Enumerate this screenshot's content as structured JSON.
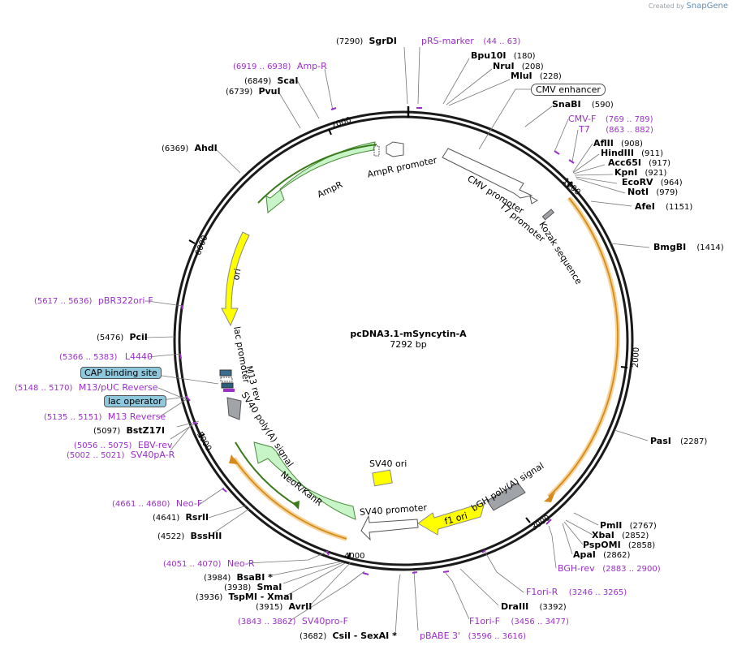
{
  "credit": {
    "prefix": "Created by",
    "brand": "SnapGene"
  },
  "plasmid": {
    "name": "pcDNA3.1-mSyncytin-A",
    "size": "7292 bp",
    "length": 7292
  },
  "ticks": [
    "1000",
    "2000",
    "3000",
    "4000",
    "5000",
    "6000",
    "7000"
  ],
  "sites": [
    {
      "id": "sgrdi",
      "pos": "(7290)",
      "name": "SgrDI"
    },
    {
      "id": "bpu10i",
      "pos": "(180)",
      "name": "Bpu10I"
    },
    {
      "id": "nrui",
      "pos": "(208)",
      "name": "NruI"
    },
    {
      "id": "mlui",
      "pos": "(228)",
      "name": "MluI"
    },
    {
      "id": "snabi",
      "pos": "(590)",
      "name": "SnaBI"
    },
    {
      "id": "aflii",
      "pos": "(908)",
      "name": "AflII"
    },
    {
      "id": "hindiii",
      "pos": "(911)",
      "name": "HindIII"
    },
    {
      "id": "acc65i",
      "pos": "(917)",
      "name": "Acc65I"
    },
    {
      "id": "kpni",
      "pos": "(921)",
      "name": "KpnI"
    },
    {
      "id": "ecorv",
      "pos": "(964)",
      "name": "EcoRV"
    },
    {
      "id": "noti",
      "pos": "(979)",
      "name": "NotI"
    },
    {
      "id": "afei",
      "pos": "(1151)",
      "name": "AfeI"
    },
    {
      "id": "bmgbi",
      "pos": "(1414)",
      "name": "BmgBI"
    },
    {
      "id": "pasi",
      "pos": "(2287)",
      "name": "PasI"
    },
    {
      "id": "pmli",
      "pos": "(2767)",
      "name": "PmlI"
    },
    {
      "id": "xbai",
      "pos": "(2852)",
      "name": "XbaI"
    },
    {
      "id": "pspomi",
      "pos": "(2858)",
      "name": "PspOMI"
    },
    {
      "id": "apai",
      "pos": "(2862)",
      "name": "ApaI"
    },
    {
      "id": "draiii",
      "pos": "(3392)",
      "name": "DraIII"
    },
    {
      "id": "csii",
      "pos": "(3682)",
      "name": "CsiI  - SexAI *"
    },
    {
      "id": "avrii",
      "pos": "(3915)",
      "name": "AvrII"
    },
    {
      "id": "tspmi",
      "pos": "(3936)",
      "name": "TspMI  - XmaI"
    },
    {
      "id": "smai",
      "pos": "(3938)",
      "name": "SmaI"
    },
    {
      "id": "bsabi",
      "pos": "(3984)",
      "name": "BsaBI *"
    },
    {
      "id": "bsshii",
      "pos": "(4522)",
      "name": "BssHII"
    },
    {
      "id": "rsrii",
      "pos": "(4641)",
      "name": "RsrII"
    },
    {
      "id": "bstz17i",
      "pos": "(5097)",
      "name": "BstZ17I"
    },
    {
      "id": "pcii",
      "pos": "(5476)",
      "name": "PciI"
    },
    {
      "id": "ahdi",
      "pos": "(6369)",
      "name": "AhdI"
    },
    {
      "id": "pvui",
      "pos": "(6739)",
      "name": "PvuI"
    },
    {
      "id": "scai",
      "pos": "(6849)",
      "name": "ScaI"
    }
  ],
  "primers": [
    {
      "id": "prs-marker",
      "name": "pRS-marker",
      "pos": "(44 .. 63)"
    },
    {
      "id": "cmv-f",
      "name": "CMV-F",
      "pos": "(769 .. 789)"
    },
    {
      "id": "t7",
      "name": "T7",
      "pos": "(863 .. 882)"
    },
    {
      "id": "bgh-rev",
      "name": "BGH-rev",
      "pos": "(2883 .. 2900)"
    },
    {
      "id": "f1ori-r",
      "name": "F1ori-R",
      "pos": "(3246 .. 3265)"
    },
    {
      "id": "f1ori-f",
      "name": "F1ori-F",
      "pos": "(3456 .. 3477)"
    },
    {
      "id": "pbabe3",
      "name": "pBABE 3'",
      "pos": "(3596 .. 3616)"
    },
    {
      "id": "sv40pro-f",
      "name": "SV40pro-F",
      "pos": "(3843 .. 3862)"
    },
    {
      "id": "neo-r",
      "name": "Neo-R",
      "pos": "(4051 .. 4070)"
    },
    {
      "id": "neo-f",
      "name": "Neo-F",
      "pos": "(4661 .. 4680)"
    },
    {
      "id": "sv40pa-r",
      "name": "SV40pA-R",
      "pos": "(5002 .. 5021)"
    },
    {
      "id": "ebv-rev",
      "name": "EBV-rev",
      "pos": "(5056 .. 5075)"
    },
    {
      "id": "m13-reverse",
      "name": "M13 Reverse",
      "pos": "(5135 .. 5151)"
    },
    {
      "id": "m13-puc-reverse",
      "name": "M13/pUC Reverse",
      "pos": "(5148 .. 5170)"
    },
    {
      "id": "l4440",
      "name": "L4440",
      "pos": "(5366 .. 5383)"
    },
    {
      "id": "pbr322ori-f",
      "name": "pBR322ori-F",
      "pos": "(5617 .. 5636)"
    },
    {
      "id": "amp-r",
      "name": "Amp-R",
      "pos": "(6919 .. 6938)"
    }
  ],
  "boxes": {
    "cmv_enhancer": "CMV enhancer",
    "cap_binding_site": "CAP binding site",
    "lac_operator": "lac operator"
  },
  "features": {
    "ampr_promoter": "AmpR promoter",
    "ampr": "AmpR",
    "ori": "ori",
    "cmv_promoter": "CMV promoter",
    "t7_promoter": "T7 promoter",
    "kozak": "Kozak sequence",
    "lac_promoter": "lac promoter",
    "m13_rev": "M13 rev",
    "sv40_polya": "SV40 poly(A) signal",
    "neor": "NeoR/KanR",
    "sv40_ori": "SV40 ori",
    "sv40_promoter": "SV40 promoter",
    "f1_ori": "f1 ori",
    "bgh_polya": "bGH poly(A) signal"
  },
  "colors": {
    "backbone": "#1a1a1a",
    "primer": "#9b2fc9",
    "orf_orange": "#e8a84a",
    "amp_green": "#c8f5c8",
    "ori_yellow": "#ffff00",
    "grey_feature": "#a0a4a8",
    "box_blue": "#8fc7dc"
  }
}
